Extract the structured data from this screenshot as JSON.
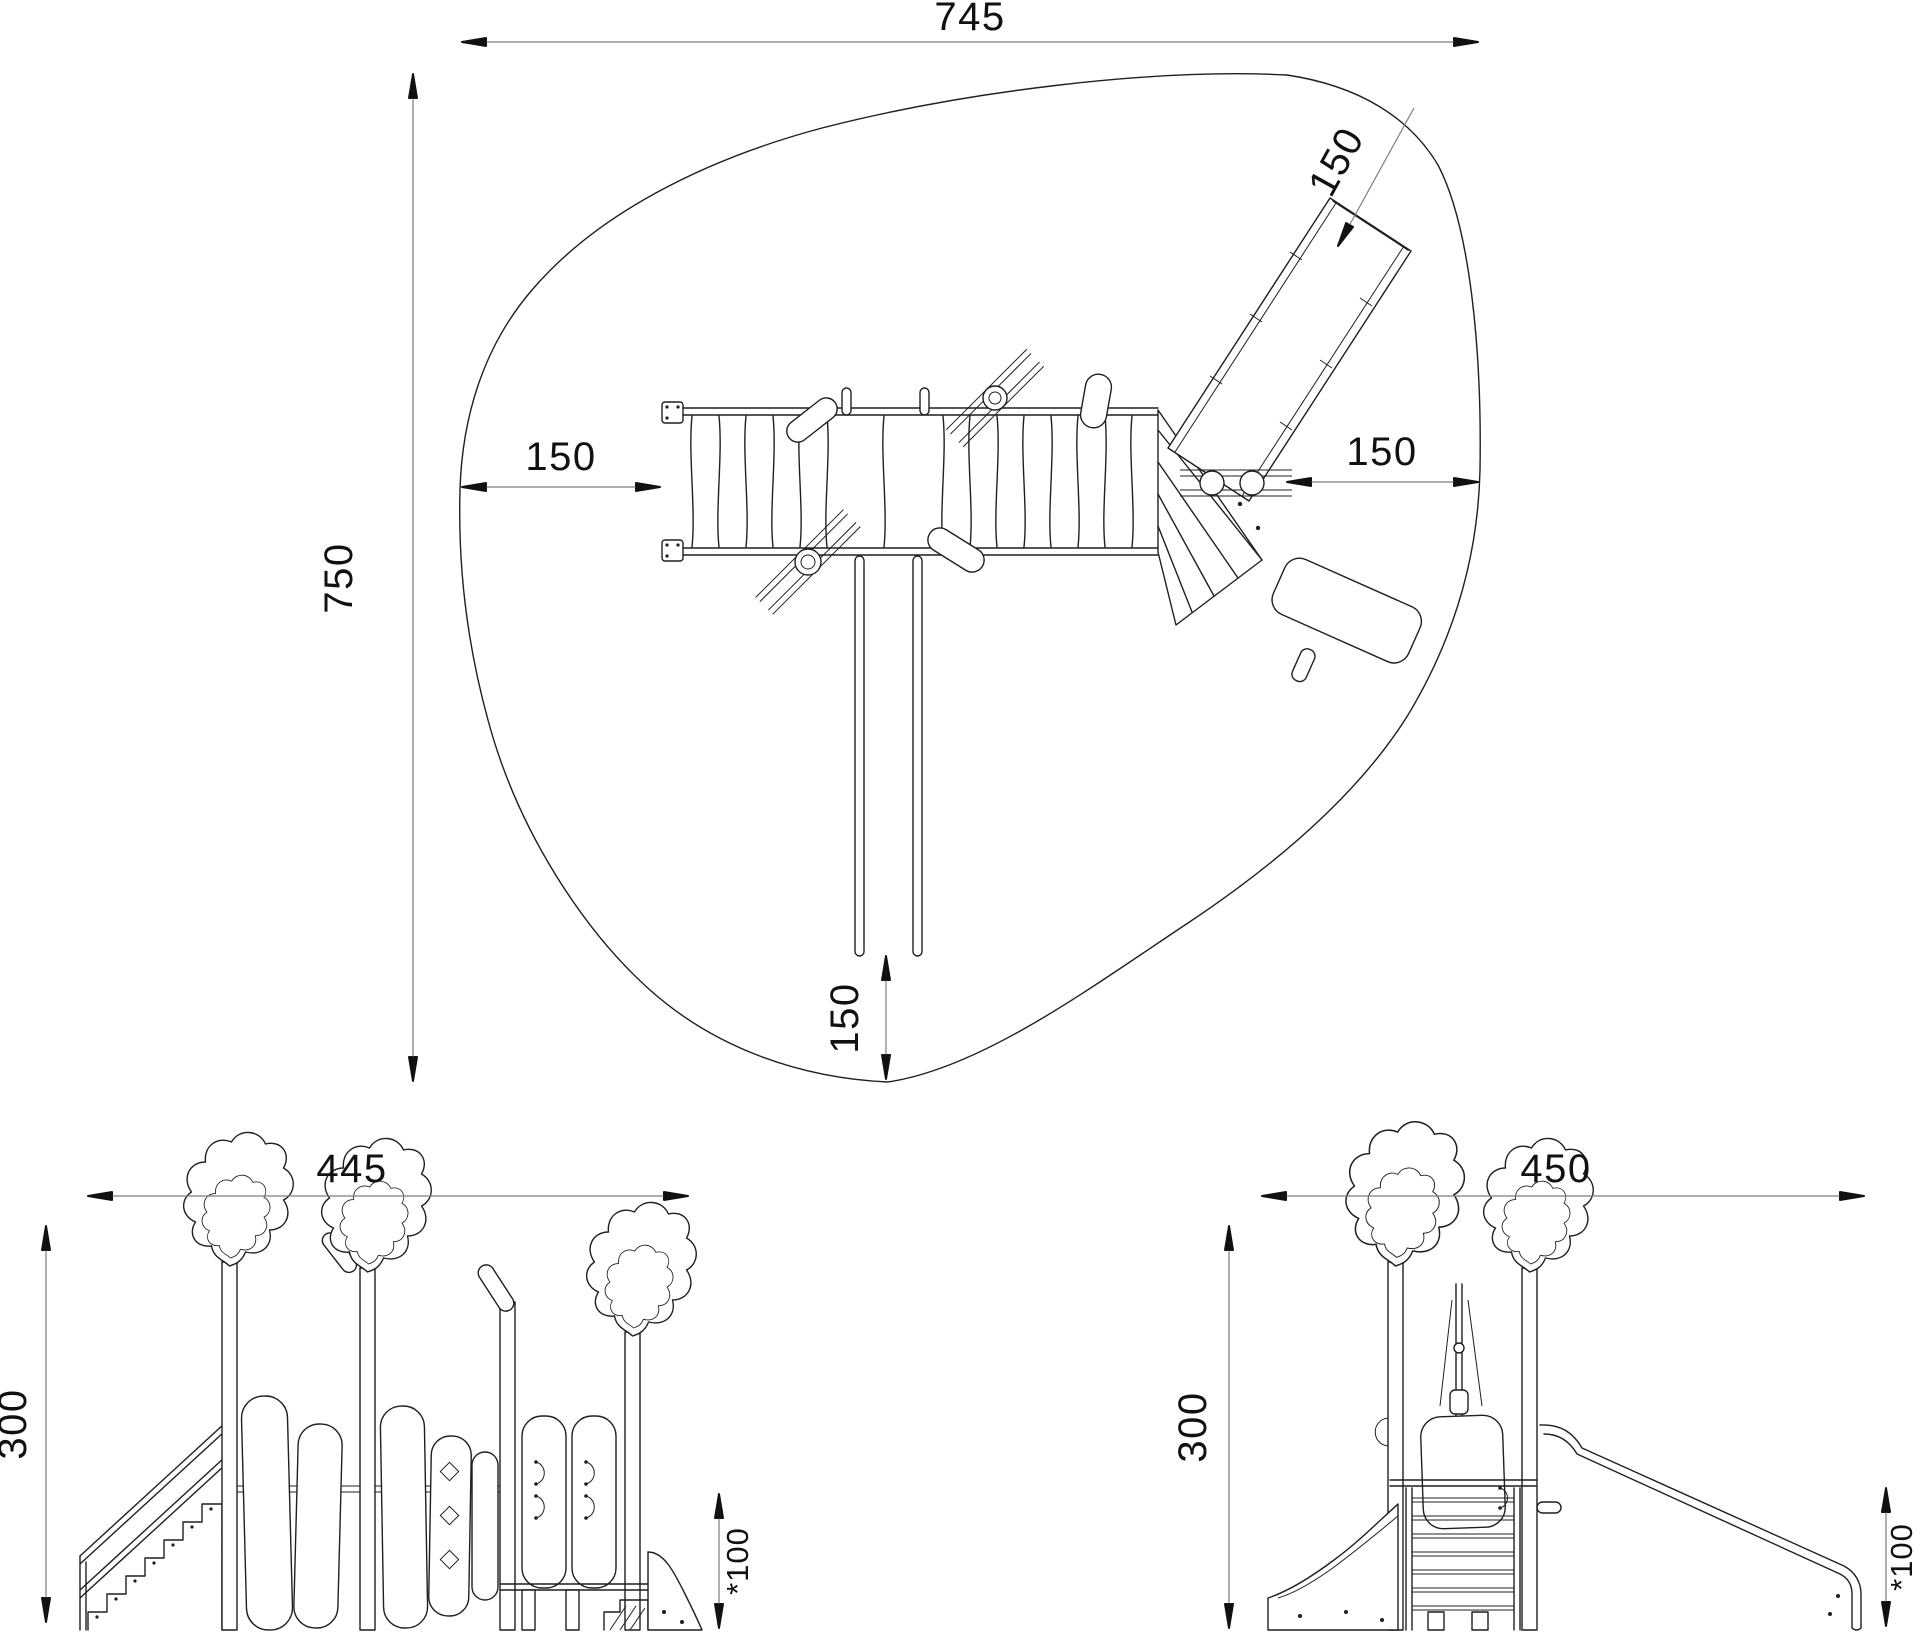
{
  "plan_view": {
    "dim_width": "745",
    "dim_height": "750",
    "clearance_left": "150",
    "clearance_right": "150",
    "clearance_slide": "150",
    "clearance_poles": "150"
  },
  "front_view": {
    "dim_width": "445",
    "dim_height": "300",
    "dim_fall_height": "*100"
  },
  "side_view": {
    "dim_width": "450",
    "dim_height": "300",
    "dim_fall_height": "*100"
  },
  "colors": {
    "line": "#1f1f1f",
    "dim_line": "#7d7d7d",
    "text": "#111111",
    "background": "#ffffff"
  }
}
